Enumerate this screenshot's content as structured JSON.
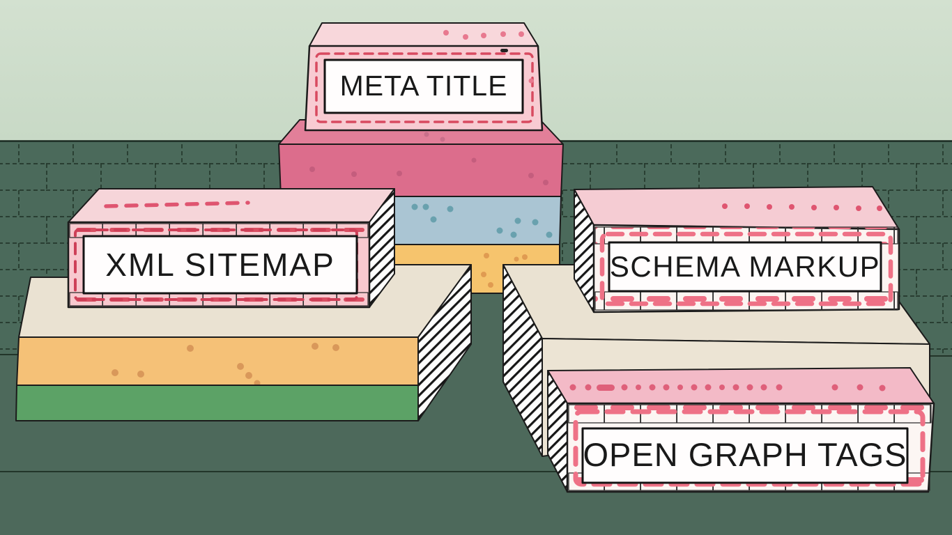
{
  "illustration": {
    "description": "SEO technical elements drawn as a stepped cake of labeled blocks",
    "blocks": [
      {
        "name": "meta-title",
        "label": "META TITLE"
      },
      {
        "name": "xml-sitemap",
        "label": "XML SITEMAP"
      },
      {
        "name": "schema-markup",
        "label": "SCHEMA MARKUP"
      },
      {
        "name": "open-graph-tags",
        "label": "OPEN GRAPH TAGS"
      }
    ],
    "palette": {
      "sky": "#cddcca",
      "brick_wall": "#4b6a5b",
      "brick_mortar": "#24382c",
      "floor": "#4d695b",
      "pink_box_front": "#f8cbd2",
      "pink_box_top": "#f8d7db",
      "pedestal_pink": "#dc6d8c",
      "accent_red": "#d94f63",
      "accent_rose": "#ee7186",
      "blue_layer": "#aac5d3",
      "yellow_layer": "#f6c46d",
      "orange_layer": "#f5c177",
      "green_layer": "#5ca266",
      "cream_slab": "#eae2d2",
      "label_background": "#fffdfd",
      "outline_ink": "#1b1b1b"
    }
  }
}
